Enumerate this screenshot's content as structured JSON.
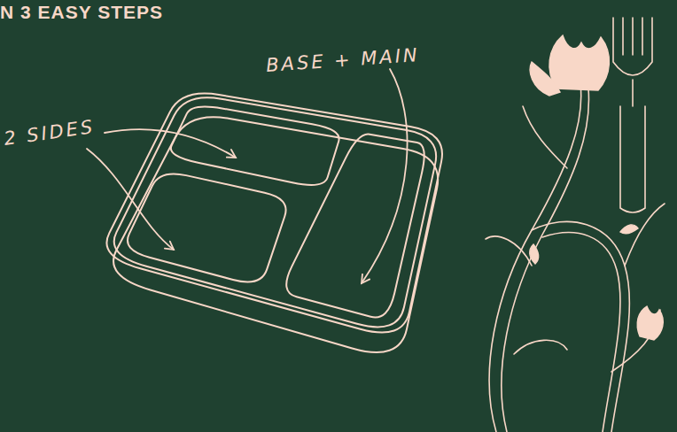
{
  "diagram": {
    "title": "N 3 EASY STEPS",
    "labels": [
      "2 SIDES",
      "BASE + MAIN"
    ]
  }
}
